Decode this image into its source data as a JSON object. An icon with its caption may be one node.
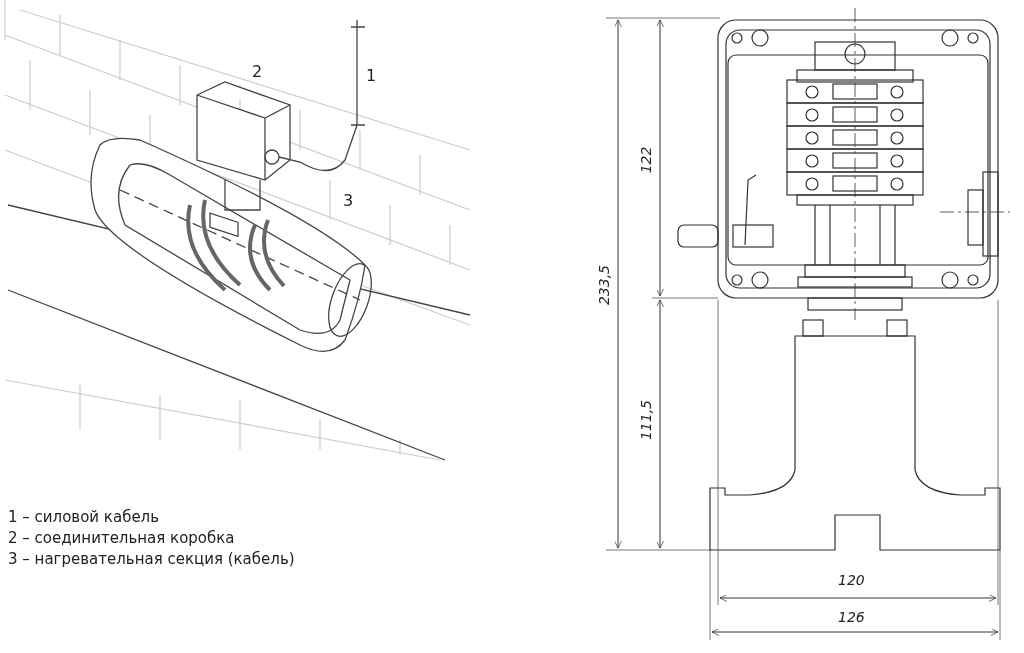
{
  "diagram": {
    "labels": [
      "2",
      "1",
      "3",
      "1 – силовой кабель",
      "2 – соединительная коробка",
      "3 – нагревательная секция (кабель)",
      "233,5",
      "122",
      "111,5",
      "120",
      "126"
    ]
  }
}
